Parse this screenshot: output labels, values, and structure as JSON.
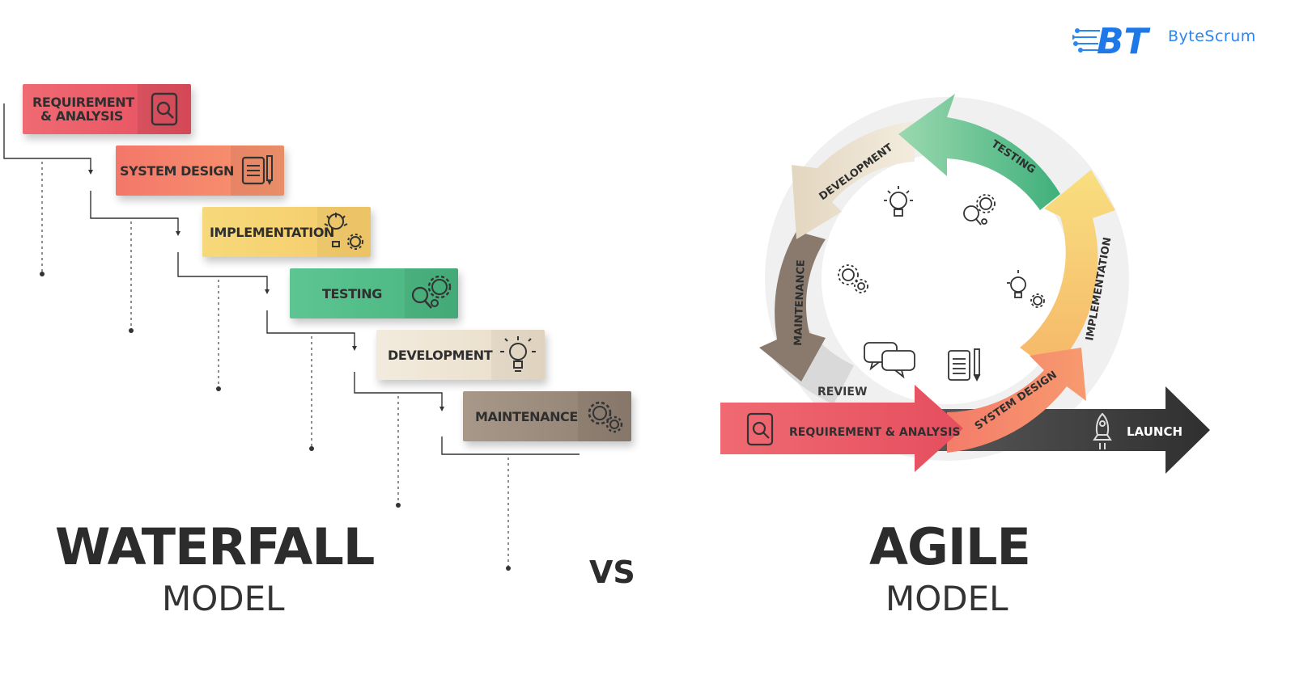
{
  "logo": {
    "text": "ByteScrum",
    "mark": "BT"
  },
  "waterfall": {
    "title": "WATERFALL",
    "subtitle": "MODEL",
    "steps": [
      {
        "label_line1": "REQUIREMENT",
        "label_line2": "& ANALYSIS",
        "icon": "search-document-icon",
        "color": "#ea5d67"
      },
      {
        "label_line1": "SYSTEM DESIGN",
        "label_line2": "",
        "icon": "document-pencil-icon",
        "color": "#f58266"
      },
      {
        "label_line1": "IMPLEMENTATION",
        "label_line2": "",
        "icon": "lightbulb-gear-icon",
        "color": "#f6d372"
      },
      {
        "label_line1": "TESTING",
        "label_line2": "",
        "icon": "gears-search-icon",
        "color": "#5cc290"
      },
      {
        "label_line1": "DEVELOPMENT",
        "label_line2": "",
        "icon": "lightbulb-icon",
        "color": "#efe4d2"
      },
      {
        "label_line1": "MAINTENANCE",
        "label_line2": "",
        "icon": "gears-icon",
        "color": "#a29285"
      }
    ]
  },
  "vs_label": "VS",
  "agile": {
    "title": "AGILE",
    "subtitle": "MODEL",
    "cycle": {
      "requirement": "REQUIREMENT & ANALYSIS",
      "system_design": "SYSTEM DESIGN",
      "implementation": "IMPLEMENTATION",
      "testing": "TESTING",
      "development": "DEVELOPMENT",
      "maintenance": "MAINTENANCE",
      "review": "REVIEW",
      "launch": "LAUNCH"
    },
    "colors": {
      "requirement": "#ea5d67",
      "system_design": "#f58266",
      "implementation": "#f6d372",
      "testing": "#5cc290",
      "development": "#efe4d2",
      "maintenance": "#a29285",
      "review": "#d4d4d4",
      "launch": "#3a3a3a"
    }
  }
}
